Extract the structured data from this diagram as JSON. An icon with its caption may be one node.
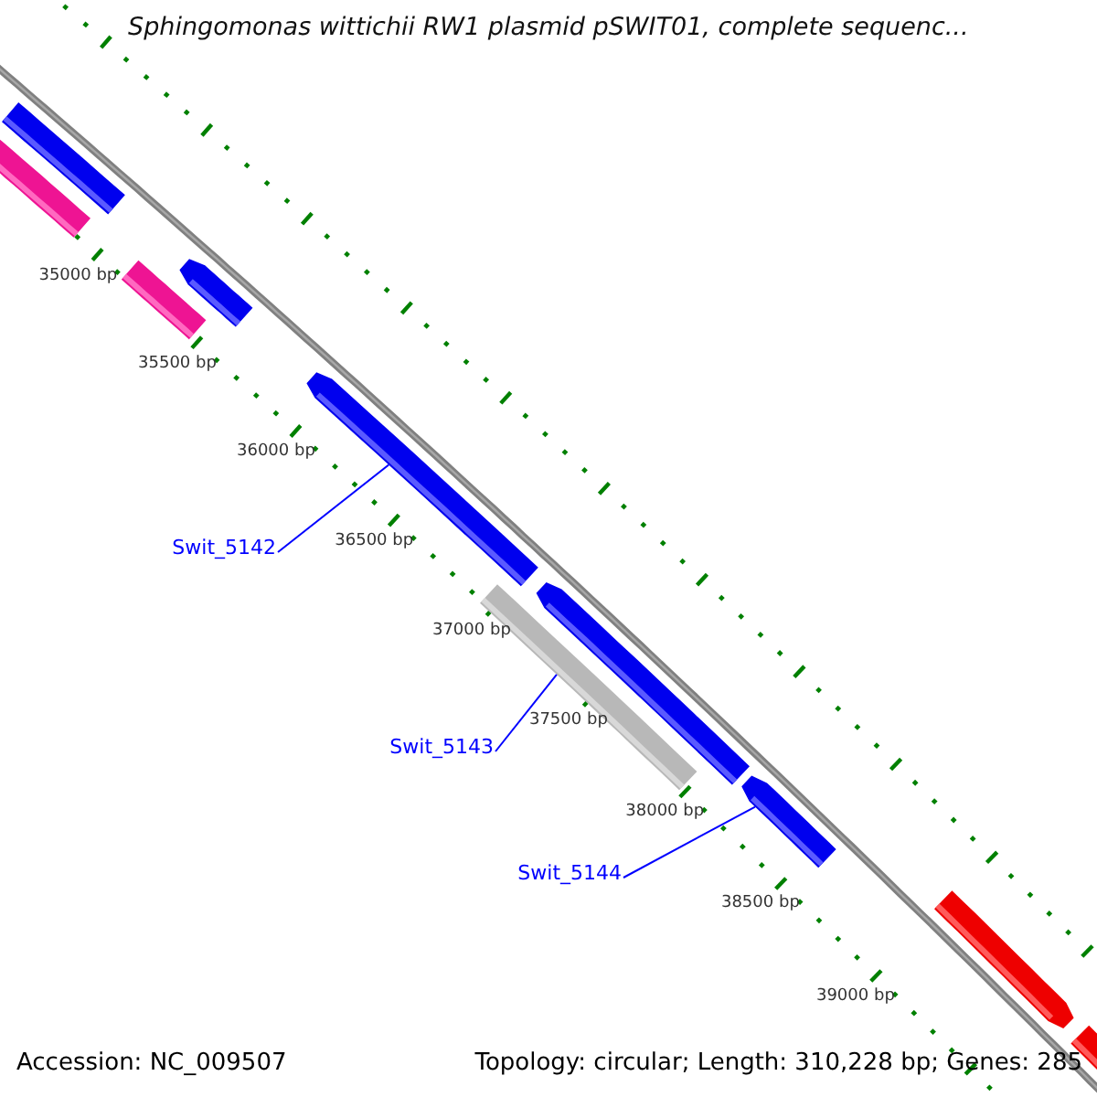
{
  "diagram": {
    "title": "Sphingomonas wittichii RW1 plasmid pSWIT01, complete sequenc...",
    "nodes": [
      {
        "text": [],
        "shape": "bar"
      },
      {
        "text": [],
        "shape": "bar"
      },
      {
        "text": [],
        "shape": "bar"
      },
      {
        "text": [],
        "shape": "bar"
      },
      {
        "text": [],
        "shape": "bar"
      },
      {
        "text": [],
        "shape": "bar"
      },
      {
        "text": [],
        "shape": "bar"
      },
      {
        "text": [],
        "shape": "bar"
      },
      {
        "text": [],
        "shape": "bar"
      },
      {
        "text": [],
        "shape": "bar"
      },
      {
        "text": [
          "Swit_5142"
        ]
      },
      {
        "text": [
          "Swit_5143"
        ]
      },
      {
        "text": [
          "Swit_5144"
        ]
      }
    ],
    "edges": [
      {
        "from": 10,
        "to": 4,
        "arrow": "none"
      },
      {
        "from": 11,
        "to": 6,
        "arrow": "none"
      },
      {
        "from": 12,
        "to": 7,
        "arrow": "none"
      }
    ],
    "labels": [
      "35000 bp",
      "35500 bp",
      "36000 bp",
      "36500 bp",
      "37000 bp",
      "37500 bp",
      "38000 bp",
      "38500 bp",
      "39000 bp",
      "Accession: NC_009507",
      "Topology: circular; Length: 310,228 bp; Genes: 285"
    ]
  }
}
